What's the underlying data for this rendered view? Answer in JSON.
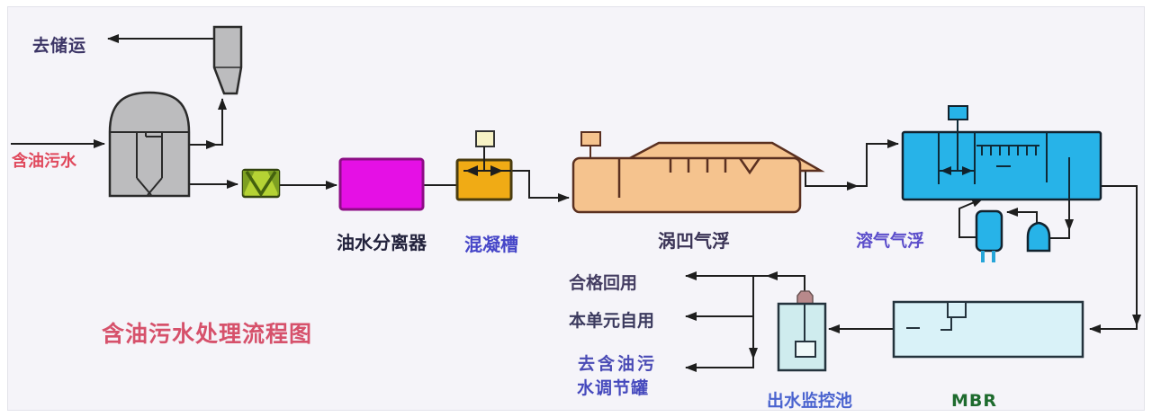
{
  "title": "含油污水处理流程图",
  "streams": {
    "to_storage": "去储运",
    "feed": "含油污水",
    "qualified_reuse": "合格回用",
    "unit_self_use": "本单元自用",
    "to_oily_water_line1": "去含油污",
    "to_oily_water_line2": "水调节罐"
  },
  "equipment": {
    "separator": "油水分离器",
    "coagulation_tank": "混凝槽",
    "caf": "涡凹气浮",
    "daf": "溶气气浮",
    "effluent_monitor_pool": "出水监控池",
    "mbr": "MBR"
  },
  "colors": {
    "background": "#f5f4f9",
    "tank_gray": "#bcbcbe",
    "valve_green": "#b5d334",
    "separator_magenta": "#e510e5",
    "coagulation_orange": "#f0ab15",
    "motor_pale_yellow": "#f7f2c5",
    "caf_peach": "#f5c38e",
    "daf_cyan": "#27b3e8",
    "mbr_pale_cyan": "#d9f2f8",
    "pool_pale_cyan": "#cfecee",
    "cap_mauve": "#b8898b",
    "line_black": "#1e1e1e",
    "title_red": "#d6516b",
    "feed_red": "#e0485c"
  }
}
